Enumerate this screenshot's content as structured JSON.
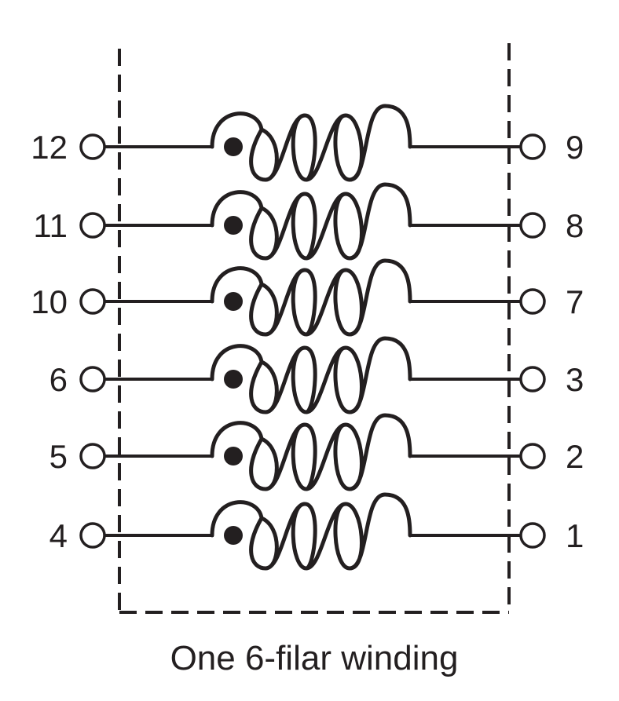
{
  "caption": "One 6-filar winding",
  "windings": [
    {
      "left_pin": "12",
      "right_pin": "9"
    },
    {
      "left_pin": "11",
      "right_pin": "8"
    },
    {
      "left_pin": "10",
      "right_pin": "7"
    },
    {
      "left_pin": "6",
      "right_pin": "3"
    },
    {
      "left_pin": "5",
      "right_pin": "2"
    },
    {
      "left_pin": "4",
      "right_pin": "1"
    }
  ],
  "colors": {
    "ink": "#231f20",
    "background": "#ffffff"
  }
}
